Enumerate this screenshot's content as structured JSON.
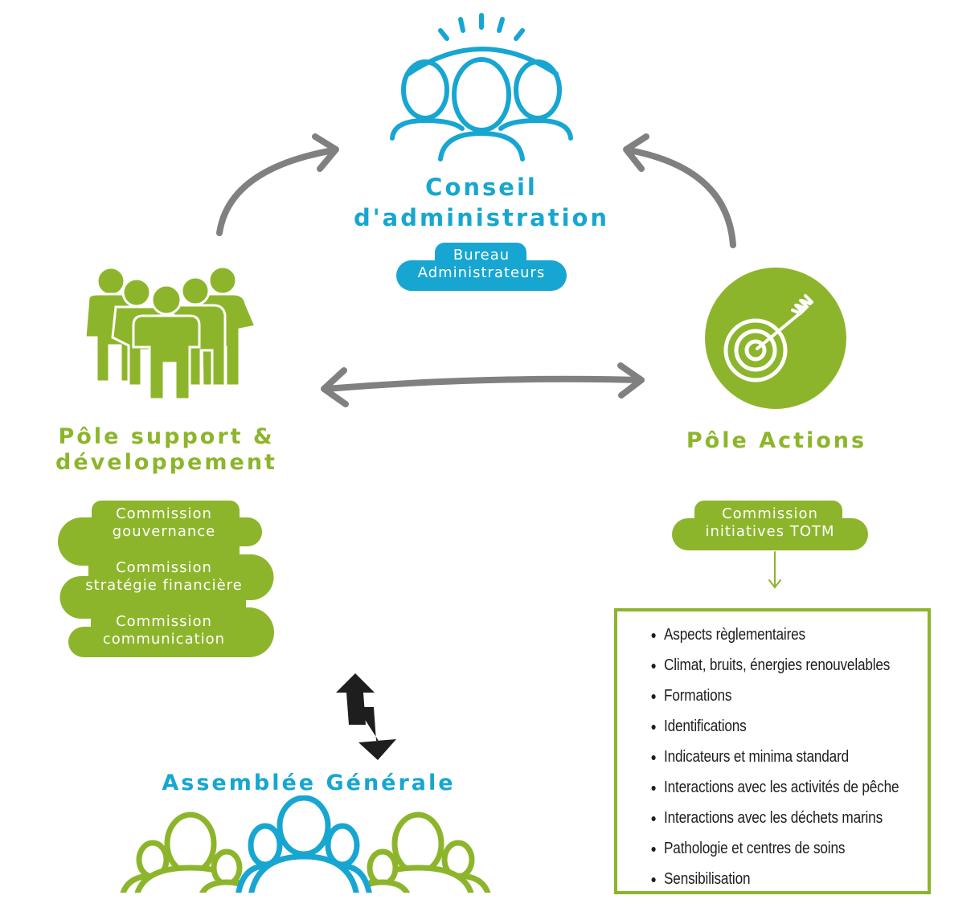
{
  "conseil": {
    "title_line1": "Conseil",
    "title_line2": "d'administration",
    "pill_line1": "Bureau",
    "pill_line2": "Administrateurs"
  },
  "pole_support": {
    "title_line1": "Pôle support &",
    "title_line2": "développement",
    "commissions": [
      {
        "line1": "Commission",
        "line2": "gouvernance"
      },
      {
        "line1": "Commission",
        "line2": "stratégie financière"
      },
      {
        "line1": "Commission",
        "line2": "communication"
      }
    ]
  },
  "pole_actions": {
    "title": "Pôle Actions",
    "commission_line1": "Commission",
    "commission_line2": "initiatives TOTM",
    "topics": [
      "Aspects règlementaires",
      "Climat, bruits, énergies renouvelables",
      "Formations",
      "Identifications",
      "Indicateurs et minima standard",
      "Interactions avec les activités de pêche",
      "Interactions avec les déchets marins",
      "Pathologie et centres de soins",
      "Sensibilisation"
    ]
  },
  "assemblee": {
    "title": "Assemblée Générale"
  },
  "colors": {
    "blue": "#17a6d1",
    "green": "#8db52b",
    "arrow_gray": "#808080",
    "arrow_dark": "#1e1e1e"
  },
  "icons": [
    "board-people-icon",
    "group-people-icon",
    "target-arrow-icon",
    "assembly-crowd-icon"
  ]
}
